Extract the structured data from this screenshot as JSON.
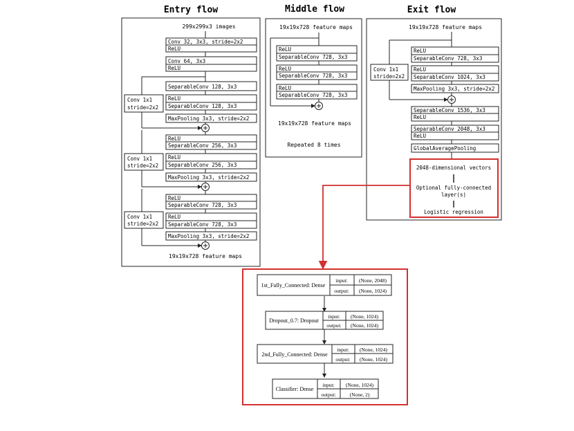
{
  "sections": {
    "entry": "Entry flow",
    "middle": "Middle flow",
    "exit": "Exit flow"
  },
  "entry": {
    "input": "299x299x3 images",
    "b1": [
      "Conv 32, 3x3, stride=2x2",
      "ReLU"
    ],
    "b2": [
      "Conv 64, 3x3",
      "ReLU"
    ],
    "b3": [
      "SeparableConv 128, 3x3"
    ],
    "b4": [
      "ReLU",
      "SeparableConv 128, 3x3"
    ],
    "b5": [
      "MaxPooling 3x3, stride=2x2"
    ],
    "b6": [
      "ReLU",
      "SeparableConv 256, 3x3"
    ],
    "b7": [
      "ReLU",
      "SeparableConv 256, 3x3"
    ],
    "b8": [
      "MaxPooling 3x3, stride=2x2"
    ],
    "b9": [
      "ReLU",
      "SeparableConv 728, 3x3"
    ],
    "b10": [
      "ReLU",
      "SeparableConv 728, 3x3"
    ],
    "b11": [
      "MaxPooling 3x3, stride=2x2"
    ],
    "skip": [
      "Conv 1x1",
      "stride=2x2"
    ],
    "output": "19x19x728 feature maps"
  },
  "middle": {
    "input": "19x19x728 feature maps",
    "b1": [
      "ReLU",
      "SeparableConv 728, 3x3"
    ],
    "b2": [
      "ReLU",
      "SeparableConv 728, 3x3"
    ],
    "b3": [
      "ReLU",
      "SeparableConv 728, 3x3"
    ],
    "output": "19x19x728 feature maps",
    "repeat": "Repeated 8 times"
  },
  "exit": {
    "input": "19x19x728 feature maps",
    "b1": [
      "ReLU",
      "SeparableConv 728, 3x3"
    ],
    "b2": [
      "ReLU",
      "SeparableConv 1024, 3x3"
    ],
    "b3": [
      "MaxPooling 3x3, stride=2x2"
    ],
    "b4": [
      "SeparableConv 1536, 3x3",
      "ReLU"
    ],
    "b5": [
      "SeparableConv 2048, 3x3",
      "ReLU"
    ],
    "b6": [
      "GlobalAveragePooling"
    ],
    "skip": [
      "Conv 1x1",
      "stride=2x2"
    ],
    "head": {
      "vectors": "2048-dimensional vectors",
      "fc1": "Optional fully-connected",
      "fc2": "layer(s)",
      "logreg": "Logistic regression"
    }
  },
  "dense": {
    "input_label": "input:",
    "output_label": "output:",
    "layers": [
      {
        "name": "1st_Fully_Connected: Dense",
        "input": "(None, 2048)",
        "output": "(None, 1024)"
      },
      {
        "name": "Dropout_0.7: Dropout",
        "input": "(None, 1024)",
        "output": "(None, 1024)"
      },
      {
        "name": "2nd_Fully_Connected: Dense",
        "input": "(None, 1024)",
        "output": "(None, 1024)"
      },
      {
        "name": "Classifier: Dense",
        "input": "(None, 1024)",
        "output": "(None, 2)"
      }
    ]
  },
  "colors": {
    "highlight": "#d32f2f",
    "stroke": "#222222"
  }
}
